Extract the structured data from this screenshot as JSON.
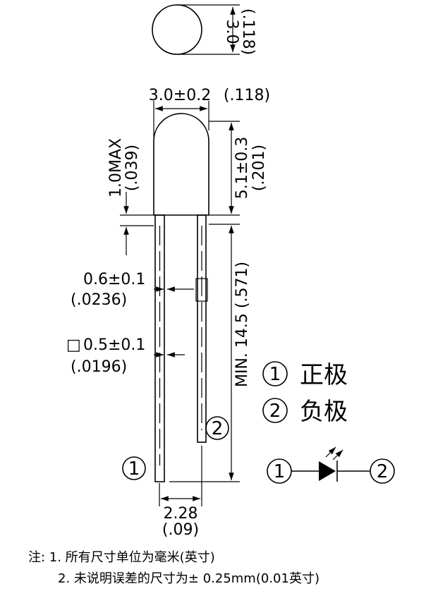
{
  "top_view": {
    "dim": "3.0",
    "dim_in": "(.118)"
  },
  "body": {
    "width": "3.0±0.2",
    "width_in": "(.118)",
    "flange_max": "1.0MAX",
    "flange_max_in": "(.039)",
    "height": "5.1±0.3",
    "height_in": "(.201)"
  },
  "leads": {
    "dia": "0.6±0.1",
    "dia_in": "(.0236)",
    "square_symbol": "□",
    "square": "0.5±0.1",
    "square_in": "(.0196)",
    "length": "MIN. 14.5",
    "length_in": "(.571)",
    "pitch": "2.28",
    "pitch_in": "(.09)"
  },
  "pins": {
    "one": "1",
    "two": "2"
  },
  "legend": [
    {
      "num": "1",
      "text": "正极"
    },
    {
      "num": "2",
      "text": "负极"
    }
  ],
  "notes": [
    "注: 1. 所有尺寸单位为毫米(英寸)",
    "2. 未说明误差的尺寸为± 0.25mm(0.01英寸)"
  ]
}
